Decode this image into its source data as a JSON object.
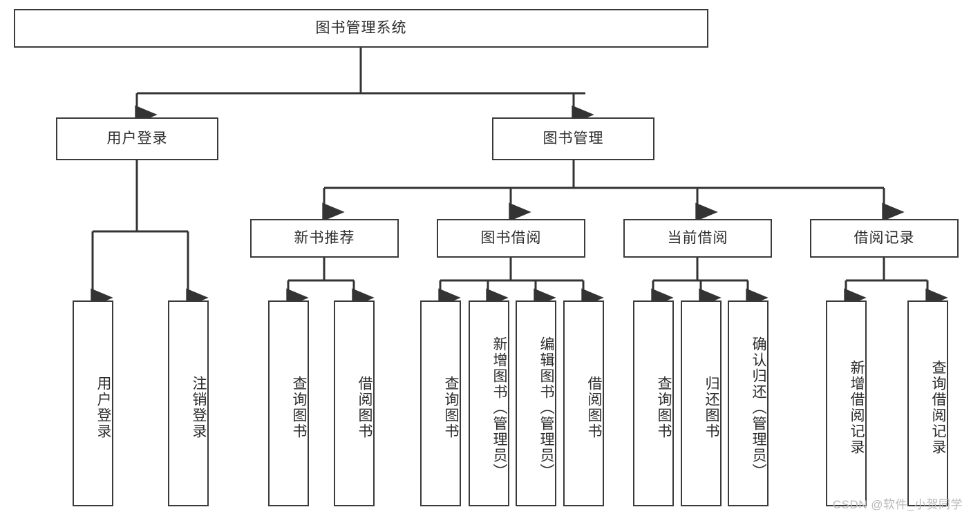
{
  "diagram": {
    "title": "图书管理系统",
    "watermark": "CSDN @软件_小贺同学",
    "colors": {
      "box_border": "#3a3a3a",
      "box_fill": "#ffffff",
      "edge": "#333333",
      "text": "#2b2b2b",
      "watermark": "#b9b9b9",
      "background": "#ffffff"
    },
    "levels": {
      "root": "图书管理系统",
      "level2": [
        "用户登录",
        "图书管理"
      ],
      "level3": [
        "新书推荐",
        "图书借阅",
        "当前借阅",
        "借阅记录"
      ]
    },
    "nodes": {
      "root": {
        "label": "图书管理系统"
      },
      "user_login": {
        "label": "用户登录"
      },
      "book_mgmt": {
        "label": "图书管理"
      },
      "new_book_rec": {
        "label": "新书推荐"
      },
      "book_borrow": {
        "label": "图书借阅"
      },
      "current_borrow": {
        "label": "当前借阅"
      },
      "borrow_record": {
        "label": "借阅记录"
      },
      "leaf_user_login": {
        "label": "用户登录"
      },
      "leaf_user_logout": {
        "label": "注销登录"
      },
      "leaf_query_book_1": {
        "label": "查询图书"
      },
      "leaf_borrow_book_1": {
        "label": "借阅图书"
      },
      "leaf_query_book_2": {
        "label": "查询图书"
      },
      "leaf_add_book": {
        "label": "新增图书（管理员）"
      },
      "leaf_edit_book": {
        "label": "编辑图书（管理员）"
      },
      "leaf_borrow_book_2": {
        "label": "借阅图书"
      },
      "leaf_query_book_3": {
        "label": "查询图书"
      },
      "leaf_return_book": {
        "label": "归还图书"
      },
      "leaf_confirm_return": {
        "label": "确认归还（管理员）"
      },
      "leaf_add_record": {
        "label": "新增借阅记录"
      },
      "leaf_query_record": {
        "label": "查询借阅记录"
      }
    },
    "tree": [
      {
        "label": "图书管理系统",
        "children": [
          {
            "label": "用户登录",
            "children": [
              {
                "label": "用户登录"
              },
              {
                "label": "注销登录"
              }
            ]
          },
          {
            "label": "图书管理",
            "children": [
              {
                "label": "新书推荐",
                "children": [
                  {
                    "label": "查询图书"
                  },
                  {
                    "label": "借阅图书"
                  }
                ]
              },
              {
                "label": "图书借阅",
                "children": [
                  {
                    "label": "查询图书"
                  },
                  {
                    "label": "新增图书（管理员）"
                  },
                  {
                    "label": "编辑图书（管理员）"
                  },
                  {
                    "label": "借阅图书"
                  }
                ]
              },
              {
                "label": "当前借阅",
                "children": [
                  {
                    "label": "查询图书"
                  },
                  {
                    "label": "归还图书"
                  },
                  {
                    "label": "确认归还（管理员）"
                  }
                ]
              },
              {
                "label": "借阅记录",
                "children": [
                  {
                    "label": "新增借阅记录"
                  },
                  {
                    "label": "查询借阅记录"
                  }
                ]
              }
            ]
          }
        ]
      }
    ]
  }
}
